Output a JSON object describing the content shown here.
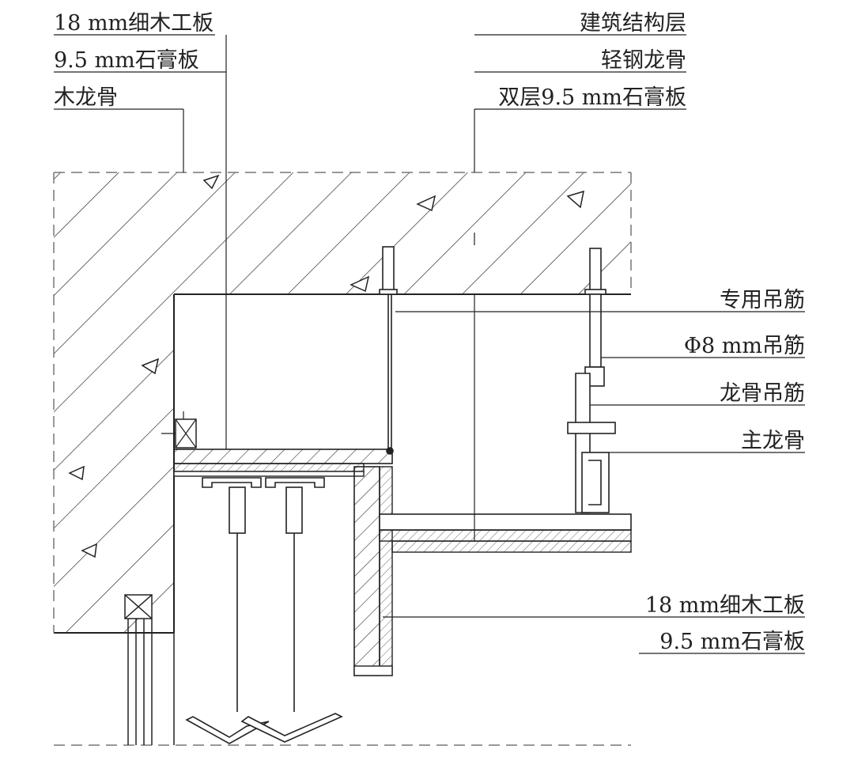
{
  "diagram": {
    "type": "ceiling construction detail section",
    "labels_top_left": [
      "18 mm细木工板",
      "9.5 mm石膏板",
      "木龙骨"
    ],
    "labels_top_right": [
      "建筑结构层",
      "轻钢龙骨",
      "双层9.5 mm石膏板"
    ],
    "labels_right": [
      "专用吊筋",
      "Φ8 mm吊筋",
      "龙骨吊筋",
      "主龙骨"
    ],
    "labels_bottom_right": [
      "18 mm细木工板",
      "9.5 mm石膏板"
    ]
  }
}
